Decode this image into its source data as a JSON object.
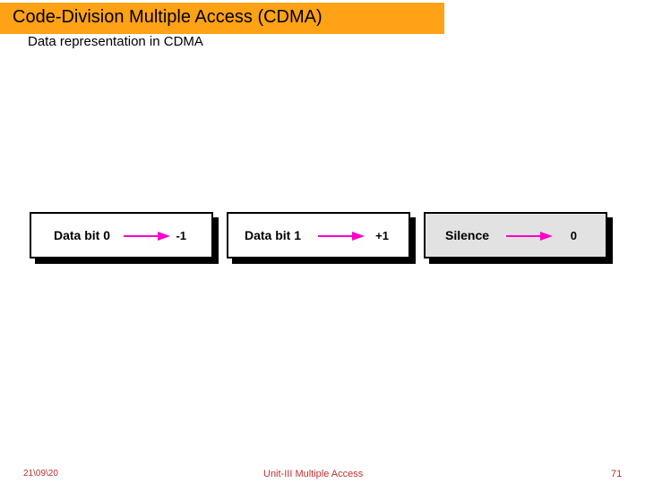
{
  "slide": {
    "title": "Code-Division Multiple Access (CDMA)",
    "subtitle": "Data representation in CDMA",
    "title_bg_color": "#FFA215",
    "title_color": "#000000"
  },
  "figure": {
    "arrow_color": "#FF00C8",
    "boxes": [
      {
        "label": "Data bit 0",
        "value": "-1",
        "fill": "#FFFFFF",
        "icon": "arrow-right-icon"
      },
      {
        "label": "Data bit 1",
        "value": "+1",
        "fill": "#FFFFFF",
        "icon": "arrow-right-icon"
      },
      {
        "label": "Silence",
        "value": "0",
        "fill": "#E2E2E2",
        "icon": "arrow-right-icon"
      }
    ]
  },
  "footer": {
    "date": "21\\09\\20",
    "center": "Unit-III Multiple Access",
    "page": "71",
    "color": "#C03030"
  }
}
